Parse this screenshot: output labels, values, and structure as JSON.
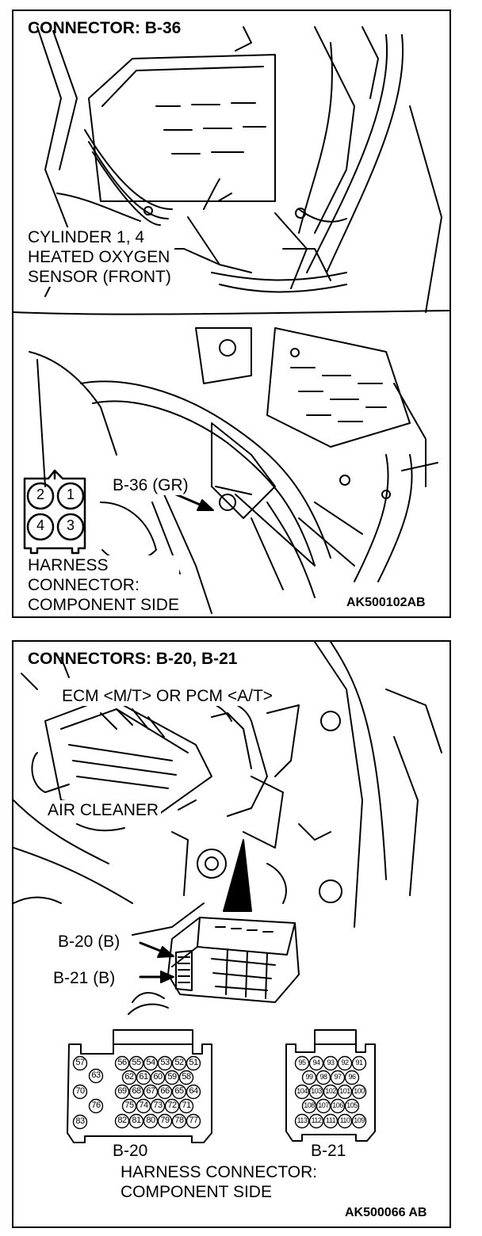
{
  "panel_top": {
    "title": "CONNECTOR: B-36",
    "sensor_label": [
      "CYLINDER 1, 4",
      "HEATED OXYGEN",
      "SENSOR (FRONT)"
    ],
    "connector_callout": "B-36 (GR)",
    "harness_label": [
      "HARNESS",
      "CONNECTOR:",
      "COMPONENT SIDE"
    ],
    "pins": [
      "2",
      "1",
      "4",
      "3"
    ],
    "figure_code": "AK500102AB"
  },
  "panel_bottom": {
    "title": "CONNECTORS: B-20, B-21",
    "ecm_label": "ECM <M/T> OR PCM <A/T>",
    "air_cleaner_label": "AIR CLEANER",
    "callout_b20": "B-20 (B)",
    "callout_b21": "B-21 (B)",
    "b20_name": "B-20",
    "b21_name": "B-21",
    "harness_label": [
      "HARNESS CONNECTOR:",
      "COMPONENT SIDE"
    ],
    "figure_code": "AK500066 AB",
    "b20_pins": {
      "left_col": [
        "57",
        "63",
        "70",
        "76",
        "83"
      ],
      "row1": [
        "56",
        "55",
        "54",
        "53",
        "52",
        "51"
      ],
      "row2": [
        "62",
        "61",
        "60",
        "59",
        "58"
      ],
      "row3": [
        "69",
        "68",
        "67",
        "66",
        "65",
        "64"
      ],
      "row4": [
        "75",
        "74",
        "73",
        "72",
        "71"
      ],
      "row5": [
        "82",
        "81",
        "80",
        "79",
        "78",
        "77"
      ]
    },
    "b21_pins": {
      "row1": [
        "95",
        "94",
        "93",
        "92",
        "91"
      ],
      "row2": [
        "99",
        "98",
        "97",
        "96"
      ],
      "row3": [
        "104",
        "103",
        "102",
        "101",
        "100"
      ],
      "row4": [
        "108",
        "107",
        "106",
        "105"
      ],
      "row5": [
        "113",
        "112",
        "111",
        "110",
        "109"
      ]
    }
  }
}
